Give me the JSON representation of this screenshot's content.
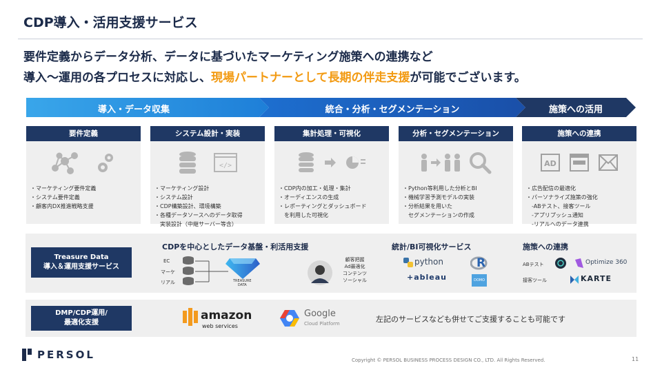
{
  "title": "CDP導入・活用支援サービス",
  "lead": {
    "line1": "要件定義からデータ分析、データに基づいたマーケティング施策への連携など",
    "line2_pre": "導入〜運用の各プロセスに対応し、",
    "line2_hl": "現場パートナーとして長期の伴走支援",
    "line2_post": "が可能でございます。"
  },
  "phases": [
    {
      "label": "導入・データ収集"
    },
    {
      "label": "統合・分析・セグメンテーション"
    },
    {
      "label": "施策への活用"
    }
  ],
  "columns": [
    {
      "head": "要件定義",
      "items": [
        "・マーケティング要件定義",
        "・システム要件定義",
        "・顧客内DX推進戦略支援"
      ]
    },
    {
      "head": "システム設計・実装",
      "items": [
        "・マーケティング設計",
        "・システム設計",
        "・CDP構築設計、環境構築",
        "・各種データソースへのデータ取得",
        "　実装設計（中継サーバー等含）"
      ]
    },
    {
      "head": "集計処理・可視化",
      "items": [
        "・CDP内の加工・処理・集計",
        "・オーディエンスの生成",
        "・レポーティングとダッシュボード",
        "　を利用した可視化"
      ]
    },
    {
      "head": "分析・セグメンテーション",
      "items": [
        "・Python等利用した分析とBI",
        "・機械学習予測モデルの実装",
        "・分析結果を用いた",
        "　セグメンテーションの作成"
      ]
    },
    {
      "head": "施策への連携",
      "items": [
        "・広告配信の最適化",
        "・パーソナライズ施策の強化",
        "　-ABテスト、接客ツール",
        "　-アプリプッシュ通知",
        "　-リアルへのデータ連携"
      ]
    }
  ],
  "row1": {
    "label_l1": "Treasure Data",
    "label_l2": "導入＆運用支援サービス",
    "cdp_title": "CDPを中心としたデータ基盤・利活用支援",
    "sources": [
      "EC",
      "マーケ",
      "リアル"
    ],
    "td_l1": "TREASURE",
    "td_l2": "DATA",
    "person_items": [
      "顧客把握",
      "Ad最適化",
      "コンテンツ",
      "ソーシャル"
    ],
    "bi_title": "統計/BI可視化サービス",
    "python": "python",
    "tableau": "+ableau",
    "r": "R",
    "domo": "DOMO",
    "measure_title": "施策への連携",
    "ab_label": "ABテスト",
    "cs_label": "接客ツール",
    "optimize": "Optimize 360",
    "karte": "KARTE"
  },
  "row2": {
    "label_l1": "DMP/CDP運用/",
    "label_l2": "最適化支援",
    "amazon_l1": "amazon",
    "amazon_l2": "web services",
    "google_l1": "Google",
    "google_l2": "Cloud Platform",
    "note": "左記のサービスなども併せてご支援することも可能です"
  },
  "footer": {
    "logo": "PERSOL",
    "copyright": "Copyright © PERSOL BUSINESS PROCESS DESIGN CO., LTD. All Rights Reserved.",
    "page": "11"
  },
  "colors": {
    "navy": "#1f3864",
    "blue": "#1e64c8",
    "cyan": "#2a96e0",
    "orange": "#f29a12",
    "gray": "#efefef"
  }
}
